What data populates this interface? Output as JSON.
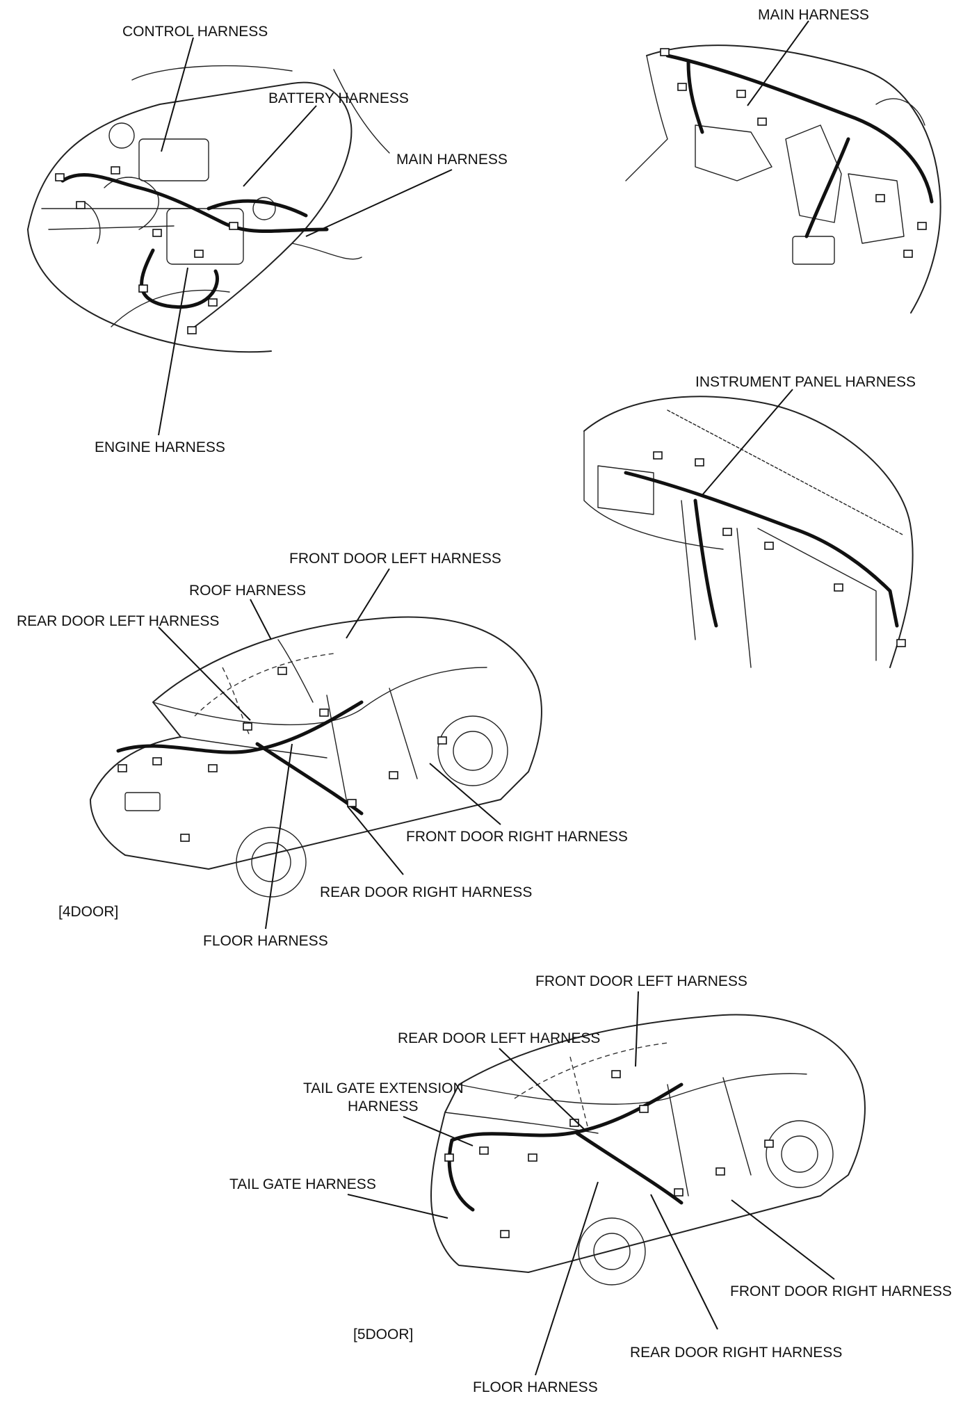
{
  "engine_bay": {
    "control_harness": "CONTROL HARNESS",
    "battery_harness": "BATTERY HARNESS",
    "main_harness": "MAIN HARNESS",
    "engine_harness": "ENGINE HARNESS"
  },
  "dash_top": {
    "main_harness": "MAIN HARNESS"
  },
  "instrument_panel": {
    "instrument_panel_harness": "INSTRUMENT PANEL HARNESS"
  },
  "four_door": {
    "caption": "[4DOOR]",
    "front_door_left_harness": "FRONT DOOR LEFT HARNESS",
    "roof_harness": "ROOF HARNESS",
    "rear_door_left_harness": "REAR DOOR LEFT HARNESS",
    "front_door_right_harness": "FRONT DOOR RIGHT HARNESS",
    "rear_door_right_harness": "REAR DOOR RIGHT HARNESS",
    "floor_harness": "FLOOR HARNESS"
  },
  "five_door": {
    "caption": "[5DOOR]",
    "front_door_left_harness": "FRONT DOOR LEFT HARNESS",
    "rear_door_left_harness": "REAR DOOR LEFT HARNESS",
    "tail_gate_extension_line1": "TAIL GATE EXTENSION",
    "tail_gate_extension_line2": "HARNESS",
    "tail_gate_harness": "TAIL GATE HARNESS",
    "front_door_right_harness": "FRONT DOOR RIGHT HARNESS",
    "rear_door_right_harness": "REAR DOOR RIGHT HARNESS",
    "floor_harness": "FLOOR HARNESS"
  }
}
